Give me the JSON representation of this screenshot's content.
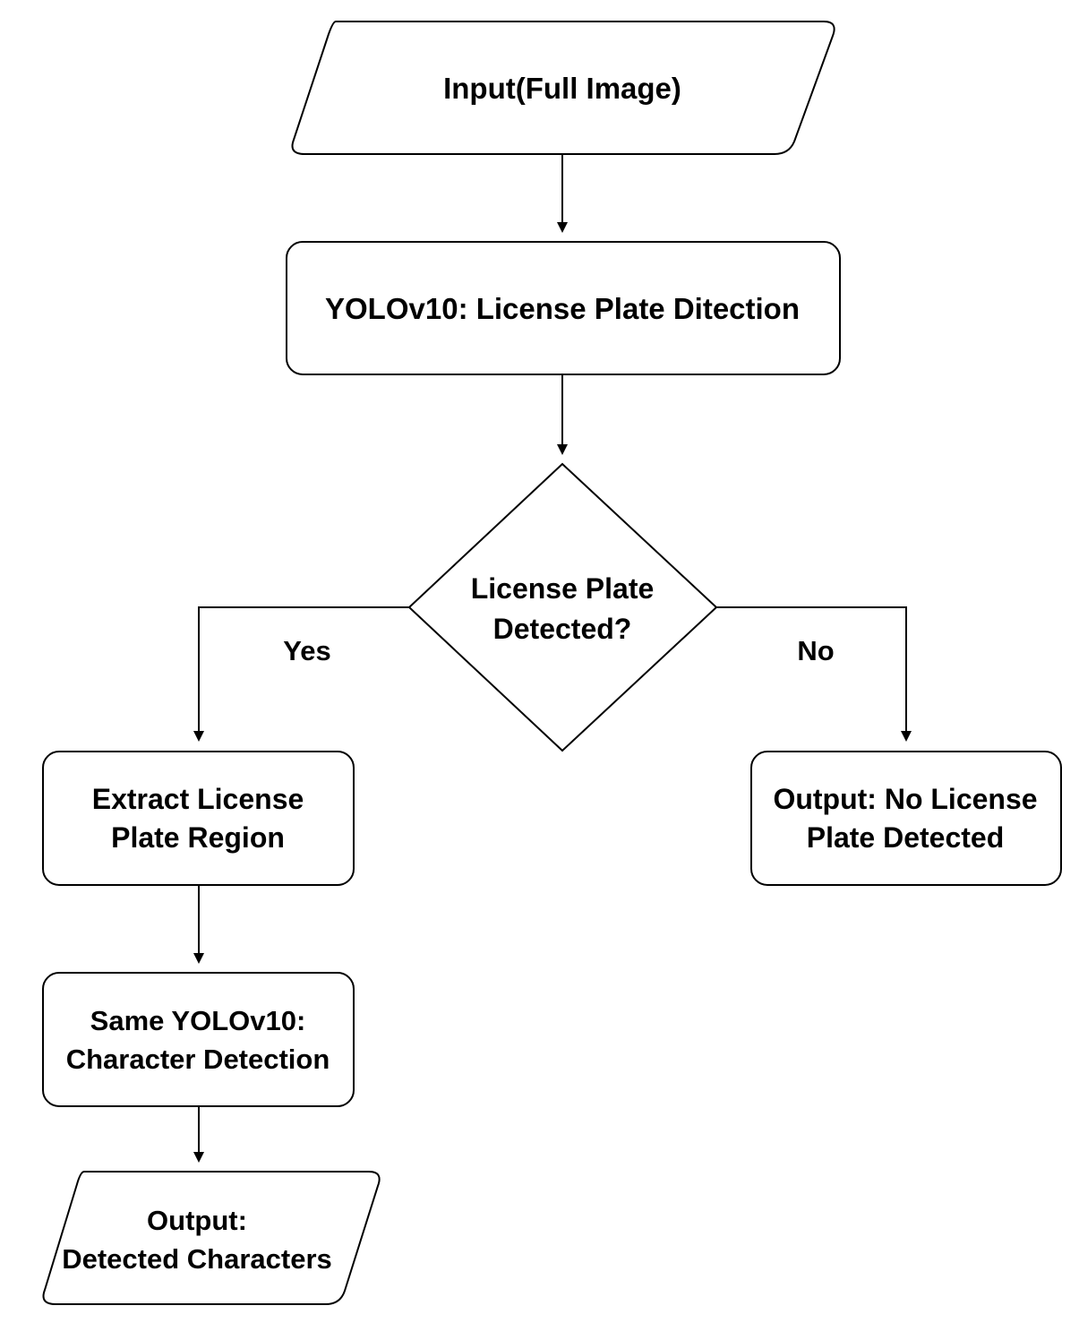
{
  "colors": {
    "stroke": "#000000",
    "fill": "#ffffff",
    "text": "#000000"
  },
  "nodes": {
    "input": {
      "shape": "parallelogram",
      "lines": [
        "Input(Full Image)"
      ]
    },
    "plate_detection": {
      "shape": "rounded-rectangle",
      "lines": [
        "YOLOv10: License Plate Ditection"
      ]
    },
    "decision": {
      "shape": "diamond",
      "lines": [
        "License Plate",
        "Detected?"
      ]
    },
    "extract_region": {
      "shape": "rounded-rectangle",
      "lines": [
        "Extract License",
        "Plate Region"
      ]
    },
    "char_detection": {
      "shape": "rounded-rectangle",
      "lines": [
        "Same YOLOv10:",
        "Character Detection"
      ]
    },
    "output_chars": {
      "shape": "parallelogram",
      "lines": [
        "Output:",
        "Detected Characters"
      ]
    },
    "output_none": {
      "shape": "rounded-rectangle",
      "lines": [
        "Output: No License",
        "Plate Detected"
      ]
    }
  },
  "edges": [
    {
      "from": "input",
      "to": "plate_detection",
      "label": ""
    },
    {
      "from": "plate_detection",
      "to": "decision",
      "label": ""
    },
    {
      "from": "decision",
      "to": "extract_region",
      "label": "Yes"
    },
    {
      "from": "decision",
      "to": "output_none",
      "label": "No"
    },
    {
      "from": "extract_region",
      "to": "char_detection",
      "label": ""
    },
    {
      "from": "char_detection",
      "to": "output_chars",
      "label": ""
    }
  ],
  "labels": {
    "yes": "Yes",
    "no": "No"
  }
}
